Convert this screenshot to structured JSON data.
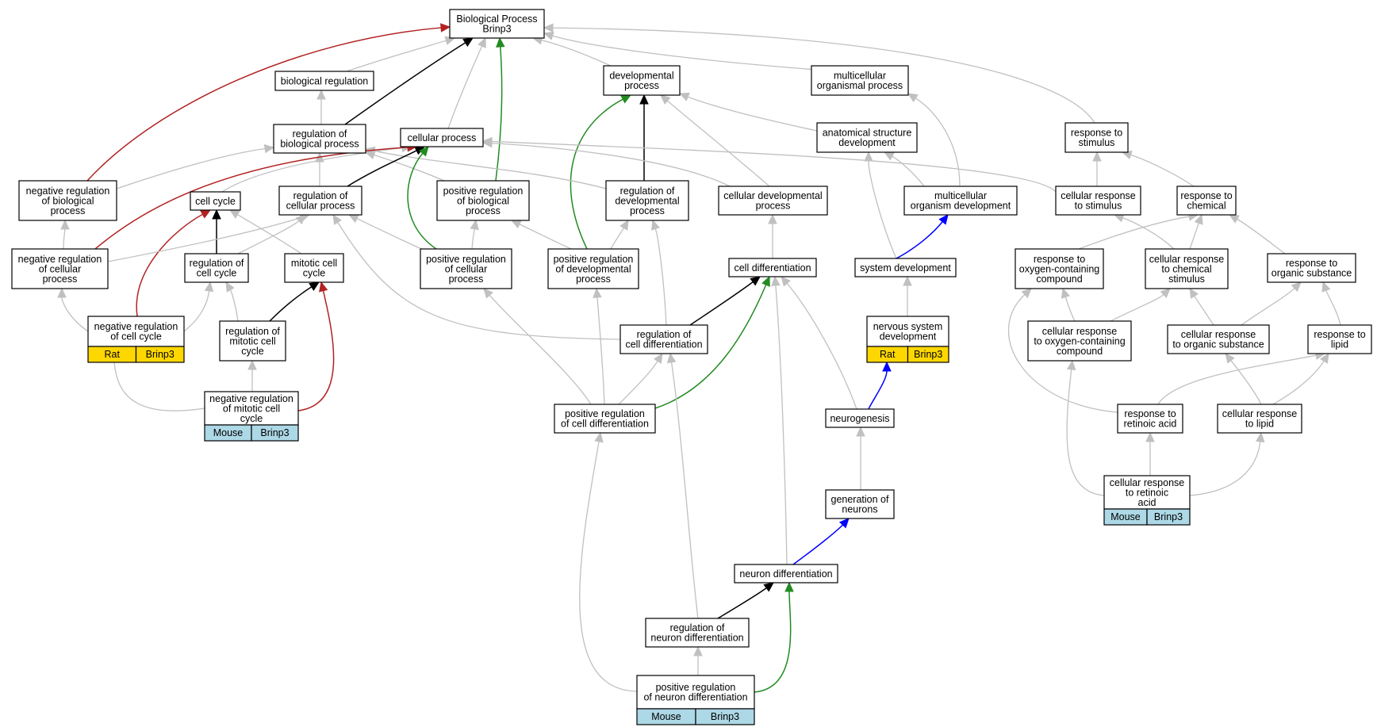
{
  "diagram": {
    "root": "bp",
    "colors": {
      "edge_default": "#c0c0c0",
      "edge_negative": "#b22222",
      "edge_positive": "#228b22",
      "edge_regulates": "#000000",
      "edge_part_of": "#0000ff",
      "rat_fill": "#ffd700",
      "mouse_fill": "#add8e6",
      "node_fill": "#ffffff",
      "node_border": "#000000"
    },
    "nodes": [
      {
        "id": "bp",
        "lines": [
          "Biological Process",
          "Brinp3"
        ]
      },
      {
        "id": "bioreg",
        "lines": [
          "biological regulation"
        ]
      },
      {
        "id": "dev",
        "lines": [
          "developmental",
          "process"
        ]
      },
      {
        "id": "multi",
        "lines": [
          "multicellular",
          "organismal process"
        ]
      },
      {
        "id": "regbio",
        "lines": [
          "regulation of",
          "biological process"
        ]
      },
      {
        "id": "cellproc",
        "lines": [
          "cellular process"
        ]
      },
      {
        "id": "anat",
        "lines": [
          "anatomical structure",
          "development"
        ]
      },
      {
        "id": "resp",
        "lines": [
          "response to",
          "stimulus"
        ]
      },
      {
        "id": "negbio",
        "lines": [
          "negative regulation",
          "of biological",
          "process"
        ]
      },
      {
        "id": "cellcycle",
        "lines": [
          "cell cycle"
        ]
      },
      {
        "id": "regcell",
        "lines": [
          "regulation of",
          "cellular process"
        ]
      },
      {
        "id": "posbio",
        "lines": [
          "positive regulation",
          "of biological",
          "process"
        ]
      },
      {
        "id": "regdev",
        "lines": [
          "regulation of",
          "developmental",
          "process"
        ]
      },
      {
        "id": "celldevproc",
        "lines": [
          "cellular developmental",
          "process"
        ]
      },
      {
        "id": "multidev",
        "lines": [
          "multicellular",
          "organism development"
        ]
      },
      {
        "id": "cellresp",
        "lines": [
          "cellular response",
          "to stimulus"
        ]
      },
      {
        "id": "respchem",
        "lines": [
          "response to",
          "chemical"
        ]
      },
      {
        "id": "negcell",
        "lines": [
          "negative regulation",
          "of cellular",
          "process"
        ]
      },
      {
        "id": "regcc",
        "lines": [
          "regulation of",
          "cell cycle"
        ]
      },
      {
        "id": "mitcc",
        "lines": [
          "mitotic cell",
          "cycle"
        ]
      },
      {
        "id": "poscell",
        "lines": [
          "positive regulation",
          "of cellular",
          "process"
        ]
      },
      {
        "id": "posdev",
        "lines": [
          "positive regulation",
          "of developmental",
          "process"
        ]
      },
      {
        "id": "celldiff",
        "lines": [
          "cell differentiation"
        ]
      },
      {
        "id": "sysdev",
        "lines": [
          "system development"
        ]
      },
      {
        "id": "respoxy",
        "lines": [
          "response to",
          "oxygen-containing",
          "compound"
        ]
      },
      {
        "id": "cellrespchem",
        "lines": [
          "cellular response",
          "to chemical",
          "stimulus"
        ]
      },
      {
        "id": "resporg",
        "lines": [
          "response to",
          "organic substance"
        ]
      },
      {
        "id": "negcc",
        "lines": [
          "negative regulation",
          "of cell cycle"
        ],
        "tag": [
          "Rat",
          "Brinp3"
        ]
      },
      {
        "id": "regmit",
        "lines": [
          "regulation of",
          "mitotic cell",
          "cycle"
        ]
      },
      {
        "id": "regdiff",
        "lines": [
          "regulation of",
          "cell differentiation"
        ]
      },
      {
        "id": "nsdev",
        "lines": [
          "nervous system",
          "development"
        ],
        "tag": [
          "Rat",
          "Brinp3"
        ]
      },
      {
        "id": "cellrespoxy",
        "lines": [
          "cellular response",
          "to oxygen-containing",
          "compound"
        ]
      },
      {
        "id": "cellresporg",
        "lines": [
          "cellular response",
          "to organic substance"
        ]
      },
      {
        "id": "resplipid",
        "lines": [
          "response to",
          "lipid"
        ]
      },
      {
        "id": "negmit",
        "lines": [
          "negative regulation",
          "of mitotic cell",
          "cycle"
        ],
        "tag": [
          "Mouse",
          "Brinp3"
        ]
      },
      {
        "id": "posdiff",
        "lines": [
          "positive regulation",
          "of cell differentiation"
        ]
      },
      {
        "id": "neurogen",
        "lines": [
          "neurogenesis"
        ]
      },
      {
        "id": "respra",
        "lines": [
          "response to",
          "retinoic acid"
        ]
      },
      {
        "id": "cellresplipid",
        "lines": [
          "cellular response",
          "to lipid"
        ]
      },
      {
        "id": "genneur",
        "lines": [
          "generation of",
          "neurons"
        ]
      },
      {
        "id": "cellrespra",
        "lines": [
          "cellular response",
          "to retinoic",
          "acid"
        ],
        "tag": [
          "Mouse",
          "Brinp3"
        ]
      },
      {
        "id": "neurdiff",
        "lines": [
          "neuron differentiation"
        ]
      },
      {
        "id": "regneur",
        "lines": [
          "regulation of",
          "neuron differentiation"
        ]
      },
      {
        "id": "posneur",
        "lines": [
          "positive regulation",
          "of neuron differentiation"
        ],
        "tag": [
          "Mouse",
          "Brinp3"
        ]
      }
    ],
    "edges": [
      {
        "from": "bioreg",
        "to": "bp",
        "kind": "is_a"
      },
      {
        "from": "dev",
        "to": "bp",
        "kind": "is_a"
      },
      {
        "from": "multi",
        "to": "bp",
        "kind": "is_a"
      },
      {
        "from": "cellproc",
        "to": "bp",
        "kind": "is_a"
      },
      {
        "from": "resp",
        "to": "bp",
        "kind": "is_a"
      },
      {
        "from": "regbio",
        "to": "bp",
        "kind": "regulates"
      },
      {
        "from": "negbio",
        "to": "bp",
        "kind": "negatively_regulates"
      },
      {
        "from": "posbio",
        "to": "bp",
        "kind": "positively_regulates"
      },
      {
        "from": "regbio",
        "to": "bioreg",
        "kind": "is_a"
      },
      {
        "from": "anat",
        "to": "dev",
        "kind": "is_a"
      },
      {
        "from": "celldevproc",
        "to": "dev",
        "kind": "is_a"
      },
      {
        "from": "regdev",
        "to": "dev",
        "kind": "regulates"
      },
      {
        "from": "posdev",
        "to": "dev",
        "kind": "positively_regulates"
      },
      {
        "from": "multidev",
        "to": "multi",
        "kind": "is_a"
      },
      {
        "from": "negbio",
        "to": "regbio",
        "kind": "is_a"
      },
      {
        "from": "regcell",
        "to": "regbio",
        "kind": "is_a"
      },
      {
        "from": "posbio",
        "to": "regbio",
        "kind": "is_a"
      },
      {
        "from": "regdev",
        "to": "regbio",
        "kind": "is_a"
      },
      {
        "from": "cellcycle",
        "to": "cellproc",
        "kind": "is_a"
      },
      {
        "from": "celldevproc",
        "to": "cellproc",
        "kind": "is_a"
      },
      {
        "from": "cellresp",
        "to": "cellproc",
        "kind": "is_a"
      },
      {
        "from": "regcell",
        "to": "cellproc",
        "kind": "regulates"
      },
      {
        "from": "negcell",
        "to": "cellproc",
        "kind": "negatively_regulates"
      },
      {
        "from": "poscell",
        "to": "cellproc",
        "kind": "positively_regulates"
      },
      {
        "from": "multidev",
        "to": "anat",
        "kind": "is_a"
      },
      {
        "from": "sysdev",
        "to": "anat",
        "kind": "is_a"
      },
      {
        "from": "cellresp",
        "to": "resp",
        "kind": "is_a"
      },
      {
        "from": "respchem",
        "to": "resp",
        "kind": "is_a"
      },
      {
        "from": "negcell",
        "to": "negbio",
        "kind": "is_a"
      },
      {
        "from": "mitcc",
        "to": "cellcycle",
        "kind": "is_a"
      },
      {
        "from": "regcc",
        "to": "cellcycle",
        "kind": "regulates"
      },
      {
        "from": "negcc",
        "to": "cellcycle",
        "kind": "negatively_regulates"
      },
      {
        "from": "negcell",
        "to": "regcell",
        "kind": "is_a"
      },
      {
        "from": "regcc",
        "to": "regcell",
        "kind": "is_a"
      },
      {
        "from": "poscell",
        "to": "regcell",
        "kind": "is_a"
      },
      {
        "from": "regdiff",
        "to": "regcell",
        "kind": "is_a"
      },
      {
        "from": "poscell",
        "to": "posbio",
        "kind": "is_a"
      },
      {
        "from": "posdev",
        "to": "posbio",
        "kind": "is_a"
      },
      {
        "from": "posdev",
        "to": "regdev",
        "kind": "is_a"
      },
      {
        "from": "regdiff",
        "to": "regdev",
        "kind": "is_a"
      },
      {
        "from": "celldiff",
        "to": "celldevproc",
        "kind": "is_a"
      },
      {
        "from": "sysdev",
        "to": "multidev",
        "kind": "part_of"
      },
      {
        "from": "cellrespchem",
        "to": "cellresp",
        "kind": "is_a"
      },
      {
        "from": "respoxy",
        "to": "respchem",
        "kind": "is_a"
      },
      {
        "from": "cellrespchem",
        "to": "respchem",
        "kind": "is_a"
      },
      {
        "from": "resporg",
        "to": "respchem",
        "kind": "is_a"
      },
      {
        "from": "negcc",
        "to": "negcell",
        "kind": "is_a"
      },
      {
        "from": "negcc",
        "to": "regcc",
        "kind": "is_a"
      },
      {
        "from": "regmit",
        "to": "regcc",
        "kind": "is_a"
      },
      {
        "from": "regmit",
        "to": "mitcc",
        "kind": "regulates"
      },
      {
        "from": "negmit",
        "to": "mitcc",
        "kind": "negatively_regulates"
      },
      {
        "from": "posdiff",
        "to": "poscell",
        "kind": "is_a"
      },
      {
        "from": "posdiff",
        "to": "posdev",
        "kind": "is_a"
      },
      {
        "from": "regdiff",
        "to": "celldiff",
        "kind": "regulates"
      },
      {
        "from": "posdiff",
        "to": "celldiff",
        "kind": "positively_regulates"
      },
      {
        "from": "neurdiff",
        "to": "celldiff",
        "kind": "is_a"
      },
      {
        "from": "neurogen",
        "to": "celldiff",
        "kind": "is_a"
      },
      {
        "from": "nsdev",
        "to": "sysdev",
        "kind": "is_a"
      },
      {
        "from": "cellrespoxy",
        "to": "respoxy",
        "kind": "is_a"
      },
      {
        "from": "respra",
        "to": "respoxy",
        "kind": "is_a"
      },
      {
        "from": "cellrespoxy",
        "to": "cellrespchem",
        "kind": "is_a"
      },
      {
        "from": "cellresporg",
        "to": "cellrespchem",
        "kind": "is_a"
      },
      {
        "from": "cellresporg",
        "to": "resporg",
        "kind": "is_a"
      },
      {
        "from": "resplipid",
        "to": "resporg",
        "kind": "is_a"
      },
      {
        "from": "negmit",
        "to": "negcc",
        "kind": "is_a"
      },
      {
        "from": "negmit",
        "to": "regmit",
        "kind": "is_a"
      },
      {
        "from": "posdiff",
        "to": "regdiff",
        "kind": "is_a"
      },
      {
        "from": "neurogen",
        "to": "nsdev",
        "kind": "part_of"
      },
      {
        "from": "respra",
        "to": "resplipid",
        "kind": "is_a"
      },
      {
        "from": "cellresplipid",
        "to": "resplipid",
        "kind": "is_a"
      },
      {
        "from": "cellresplipid",
        "to": "cellresporg",
        "kind": "is_a"
      },
      {
        "from": "cellrespra",
        "to": "cellrespoxy",
        "kind": "is_a"
      },
      {
        "from": "cellrespra",
        "to": "respra",
        "kind": "is_a"
      },
      {
        "from": "cellrespra",
        "to": "cellresplipid",
        "kind": "is_a"
      },
      {
        "from": "genneur",
        "to": "neurogen",
        "kind": "is_a"
      },
      {
        "from": "neurdiff",
        "to": "genneur",
        "kind": "part_of"
      },
      {
        "from": "regneur",
        "to": "regdiff",
        "kind": "is_a"
      },
      {
        "from": "regneur",
        "to": "neurdiff",
        "kind": "regulates"
      },
      {
        "from": "posneur",
        "to": "posdiff",
        "kind": "is_a"
      },
      {
        "from": "posneur",
        "to": "regneur",
        "kind": "is_a"
      },
      {
        "from": "posneur",
        "to": "neurdiff",
        "kind": "positively_regulates"
      }
    ]
  }
}
